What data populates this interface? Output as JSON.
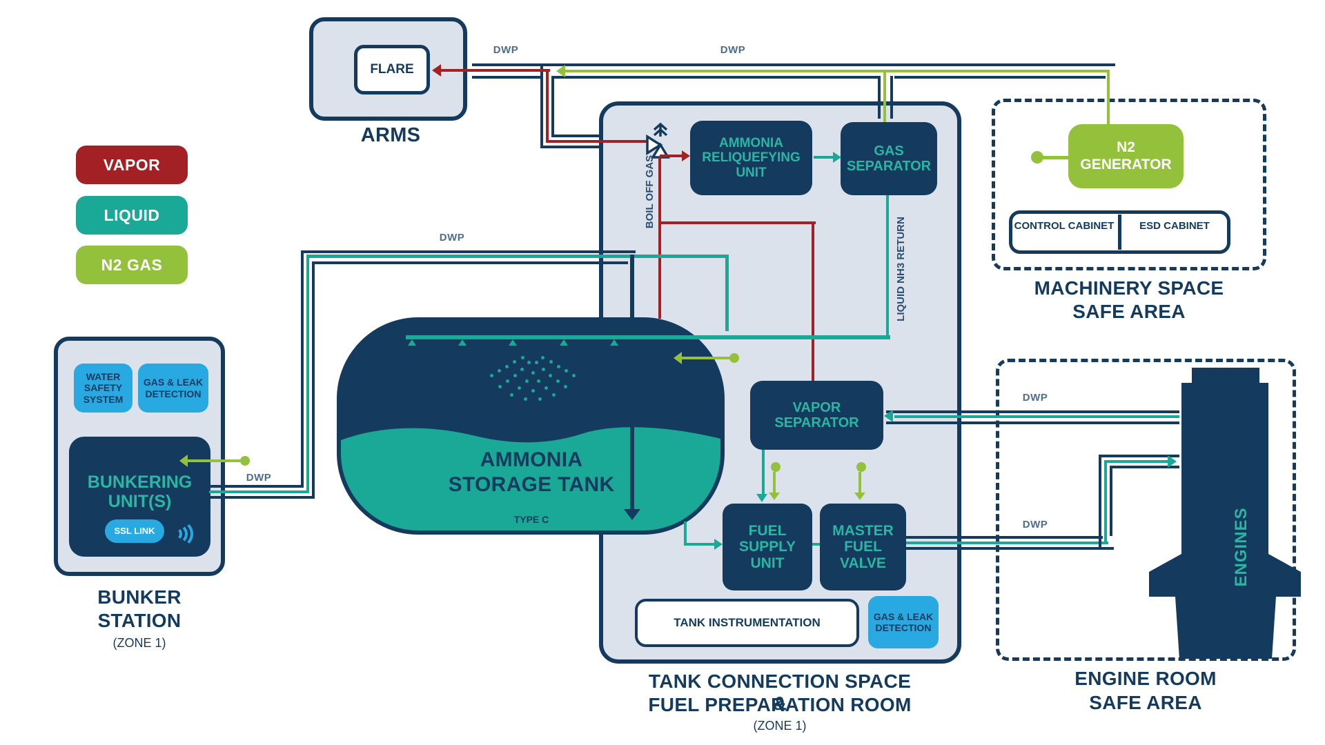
{
  "colors": {
    "navy": "#143a5e",
    "panel_fill": "#dce2ec",
    "teal_liquid": "#1aa897",
    "teal_text": "#2bb5a4",
    "red_vapor": "#a32125",
    "green_n2": "#93c13c",
    "blue_detection": "#29a9e2"
  },
  "legend": {
    "vapor": "VAPOR",
    "liquid": "LIQUID",
    "n2_gas": "N2 GAS"
  },
  "labels": {
    "dwp": "DWP",
    "boil_off_gas": "BOIL OFF GAS",
    "liquid_nh3_return": "LIQUID NH3 RETURN"
  },
  "arms": {
    "caption": "ARMS",
    "flare": "FLARE"
  },
  "bunker_station": {
    "caption": [
      "BUNKER",
      "STATION"
    ],
    "zone": "(ZONE 1)",
    "water_safety_system": "WATER SAFETY SYSTEM",
    "gas_leak_detection": "GAS & LEAK DETECTION",
    "bunkering_units": "BUNKERING UNIT(S)",
    "ssl_link": "SSL LINK"
  },
  "tank": {
    "title": [
      "AMMONIA",
      "STORAGE TANK"
    ],
    "type": "TYPE C"
  },
  "tcs": {
    "caption": [
      "TANK CONNECTION SPACE &",
      "FUEL PREPARATION ROOM"
    ],
    "zone": "(ZONE 1)",
    "ammonia_reliquefying_unit": "AMMONIA RELIQUEFYING UNIT",
    "gas_separator": "GAS SEPARATOR",
    "vapor_separator": "VAPOR SEPARATOR",
    "fuel_supply_unit": "FUEL SUPPLY UNIT",
    "master_fuel_valve": "MASTER FUEL VALVE",
    "tank_instrumentation": "TANK INSTRUMENTATION",
    "gas_leak_detection": "GAS & LEAK DETECTION"
  },
  "machinery_space": {
    "caption": [
      "MACHINERY SPACE",
      "SAFE AREA"
    ],
    "n2_generator": "N2 GENERATOR",
    "control_cabinet": "CONTROL CABINET",
    "esd_cabinet": "ESD CABINET"
  },
  "engine_room": {
    "caption": [
      "ENGINE ROOM",
      "SAFE AREA"
    ],
    "engines": "ENGINES"
  }
}
